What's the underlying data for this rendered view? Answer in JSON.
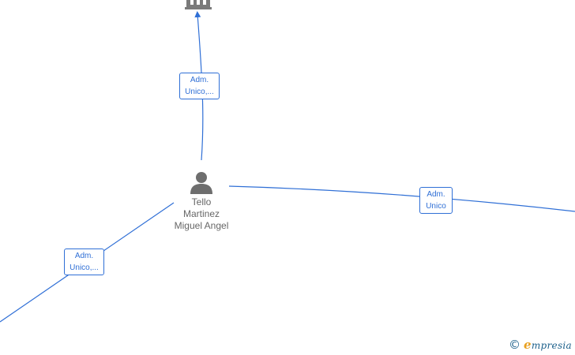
{
  "person": {
    "name_line1": "Tello",
    "name_line2": "Martinez",
    "name_line3": "Miguel Angel",
    "icon": "person-icon"
  },
  "company_top": {
    "icon": "building-icon"
  },
  "edges": [
    {
      "line1": "Adm.",
      "line2": "Unico,..."
    },
    {
      "line1": "Adm.",
      "line2": "Unico"
    },
    {
      "line1": "Adm.",
      "line2": "Unico,..."
    }
  ],
  "watermark": {
    "copyright": "©",
    "brand_initial": "e",
    "brand_rest": "mpresia"
  },
  "colors": {
    "edge": "#2f6fd6",
    "node": "#666666",
    "brand": "#1b5f8a",
    "brand_accent": "#e8a020"
  }
}
